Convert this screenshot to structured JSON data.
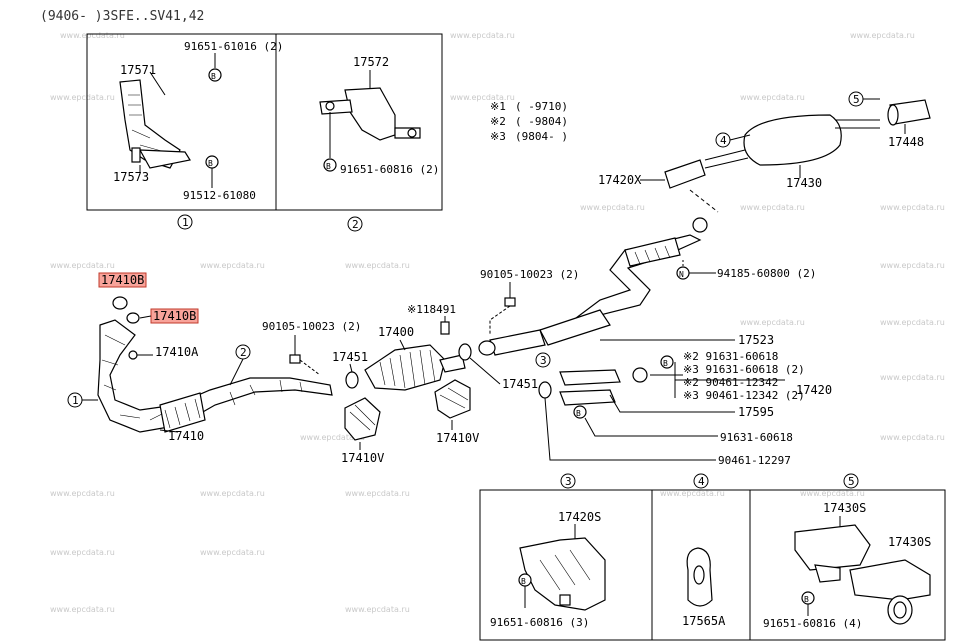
{
  "header": {
    "model_code": "(9406- )3SFE..SV41,42"
  },
  "watermark": "www.epcdata.ru",
  "boxes": {
    "box1": {
      "num": "1",
      "labels": [
        "91651-61016 (2)",
        "17571",
        "17573",
        "91512-61080"
      ]
    },
    "box2": {
      "num": "2",
      "labels": [
        "17572",
        "91651-60816 (2)"
      ]
    },
    "box3": {
      "num": "3",
      "labels": [
        "17420S",
        "91651-60816 (3)"
      ]
    },
    "box4": {
      "num": "4",
      "labels": [
        "17565A"
      ]
    },
    "box5": {
      "num": "5",
      "labels": [
        "17430S",
        "17430S",
        "91651-60816 (4)"
      ]
    }
  },
  "notes": [
    {
      "mark": "※1",
      "range": "(      -9710)"
    },
    {
      "mark": "※2",
      "range": "(      -9804)"
    },
    {
      "mark": "※3",
      "range": "(9804-      )"
    }
  ],
  "callouts": {
    "c1": "1",
    "c2": "2",
    "c3": "3",
    "c4": "4",
    "c5": "5"
  },
  "highlighted_parts": [
    "17410B",
    "17410B"
  ],
  "parts": {
    "p17410A": "17410A",
    "p17410": "17410",
    "p90105_left": "90105-10023 (2)",
    "p17400": "17400",
    "p118491": "※118491",
    "p17451_a": "17451",
    "p17451_b": "17451",
    "p17410V_a": "17410V",
    "p17410V_b": "17410V",
    "p90105_right": "90105-10023 (2)",
    "p94185": "94185-60800 (2)",
    "p17420X": "17420X",
    "p17430": "17430",
    "p17448": "17448",
    "p17523": "17523",
    "p91631_a": "※2 91631-60618",
    "p91631_b": "※3 91631-60618 (2)",
    "p90461_a": "※2 90461-12342",
    "p90461_b": "※3 90461-12342 (2)",
    "p17420": "17420",
    "p17595": "17595",
    "p91631_c": "91631-60618",
    "p90461_c": "90461-12297"
  }
}
